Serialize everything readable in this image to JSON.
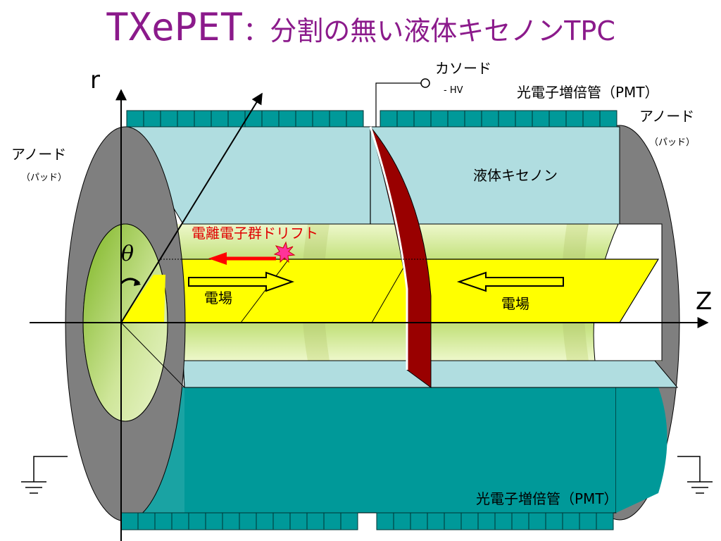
{
  "title": {
    "main": "TXePET",
    "sub": "：分割の無い液体キセノンTPC"
  },
  "labels": {
    "axis_r": "r",
    "axis_z": "Z",
    "theta": "θ",
    "cathode": "カソード",
    "hv": "- HV",
    "pmt_top": "光電子増倍管（PMT）",
    "pmt_bottom": "光電子増倍管（PMT）",
    "anode_left": "アノード",
    "pad_left": "（パッド）",
    "anode_right": "アノード",
    "pad_right": "（パッド）",
    "liquid_xenon": "液体キセノン",
    "drift": "電離電子群ドリフト",
    "efield_left": "電場",
    "efield_right": "電場"
  },
  "colors": {
    "title": "#8b1a8b",
    "pmt": "#009999",
    "liquid_xenon": "#b0dde0",
    "anode": "#7f7f7f",
    "cathode": "#990000",
    "field_plane": "#ffff00",
    "drift_arrow": "#ff0000",
    "inner_volume": "#99cc33"
  }
}
